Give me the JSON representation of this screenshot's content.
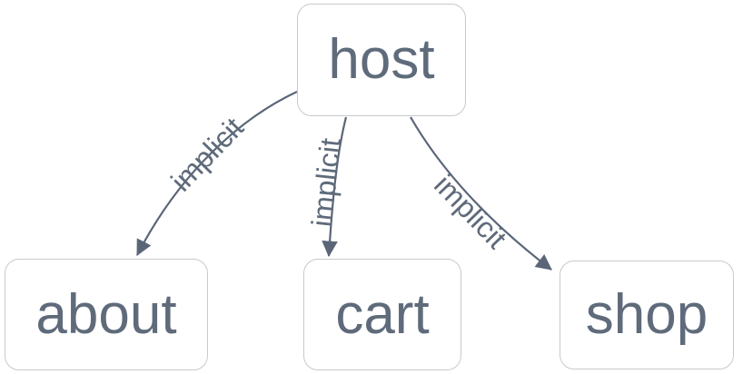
{
  "diagram": {
    "nodes": [
      {
        "id": "host",
        "label": "host"
      },
      {
        "id": "about",
        "label": "about"
      },
      {
        "id": "cart",
        "label": "cart"
      },
      {
        "id": "shop",
        "label": "shop"
      }
    ],
    "edges": [
      {
        "from": "host",
        "to": "about",
        "label": "implicit"
      },
      {
        "from": "host",
        "to": "cart",
        "label": "implicit"
      },
      {
        "from": "host",
        "to": "shop",
        "label": "implicit"
      }
    ]
  },
  "colors": {
    "background": "#ffffff",
    "node_fill": "#ffffff",
    "node_border": "#c7c9cc",
    "node_text": "#5f6b7b",
    "edge_stroke": "#5a6678",
    "edge_label_text": "#5f6b7b"
  }
}
